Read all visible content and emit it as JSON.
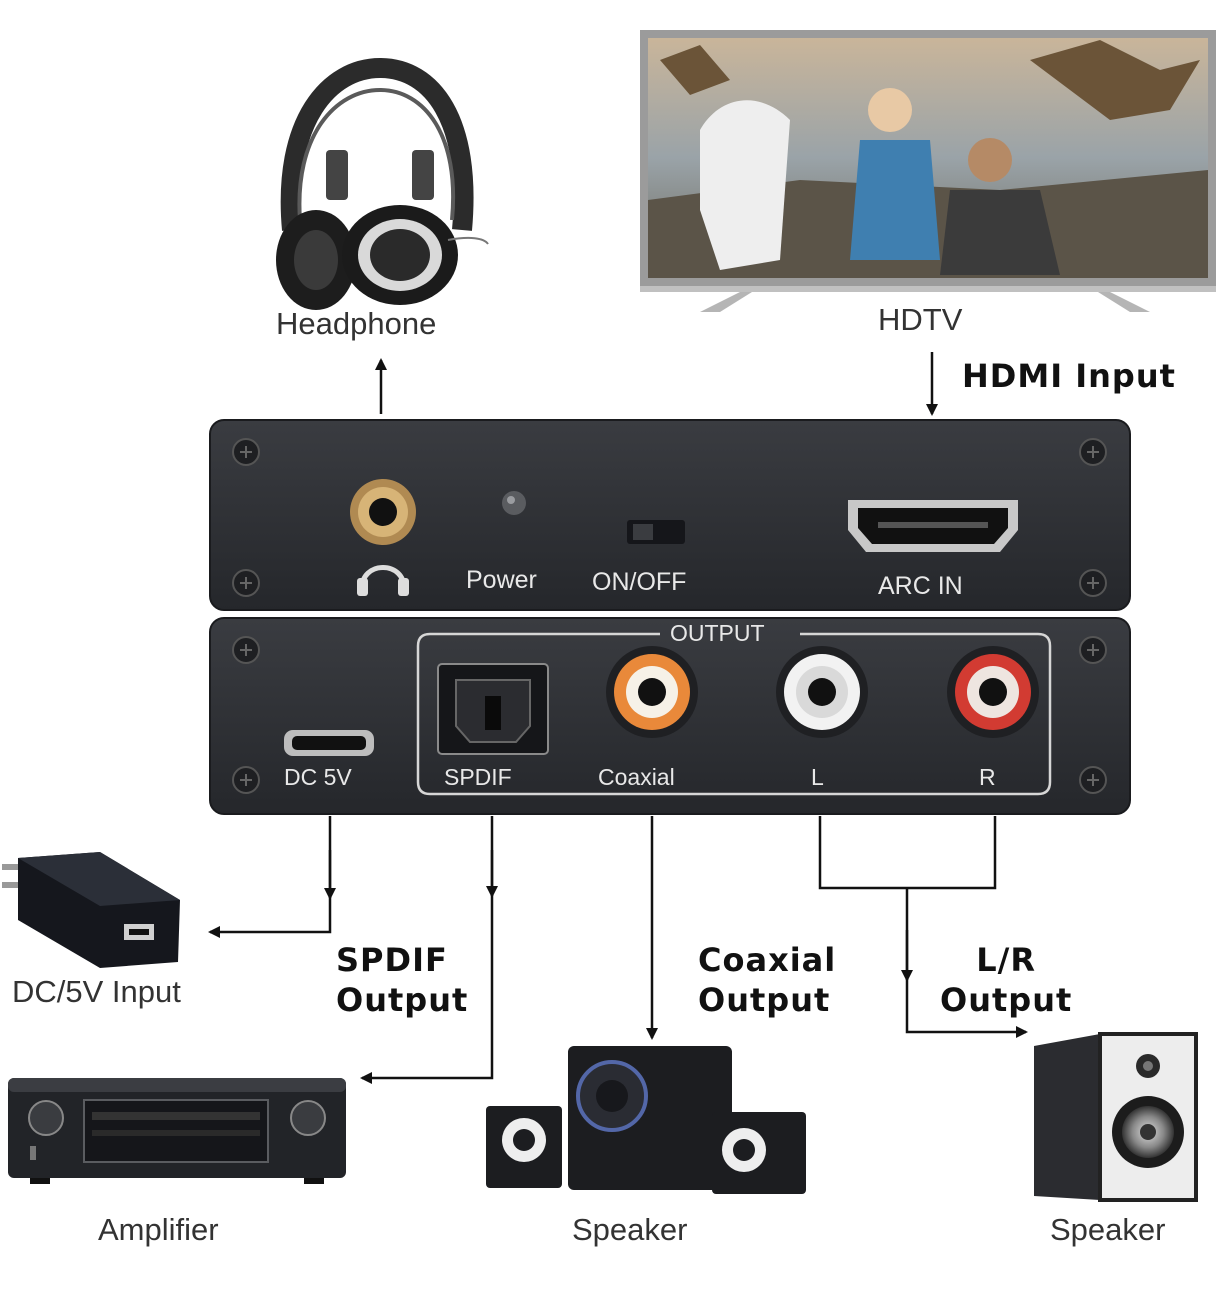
{
  "devices": {
    "headphone": "Headphone",
    "hdtv": "HDTV",
    "dc_input": "DC/5V Input",
    "amplifier": "Amplifier",
    "speaker_center": "Speaker",
    "speaker_right": "Speaker"
  },
  "connections": {
    "hdmi_input": "HDMI Input",
    "spdif_line1": "SPDIF",
    "spdif_line2": "Output",
    "coaxial_line1": "Coaxial",
    "coaxial_line2": "Output",
    "lr_line1": "L/R",
    "lr_line2": "Output"
  },
  "front_panel": {
    "power": "Power",
    "on_off": "ON/OFF",
    "arc_in": "ARC IN"
  },
  "back_panel": {
    "output": "OUTPUT",
    "dc_5v": "DC 5V",
    "spdif": "SPDIF",
    "coaxial": "Coaxial",
    "left": "L",
    "right": "R"
  },
  "colors": {
    "panel": "#2d2f33",
    "coaxial_ring": "#e9893a",
    "left_ring": "#f2f2f2",
    "right_ring": "#d23b32"
  }
}
